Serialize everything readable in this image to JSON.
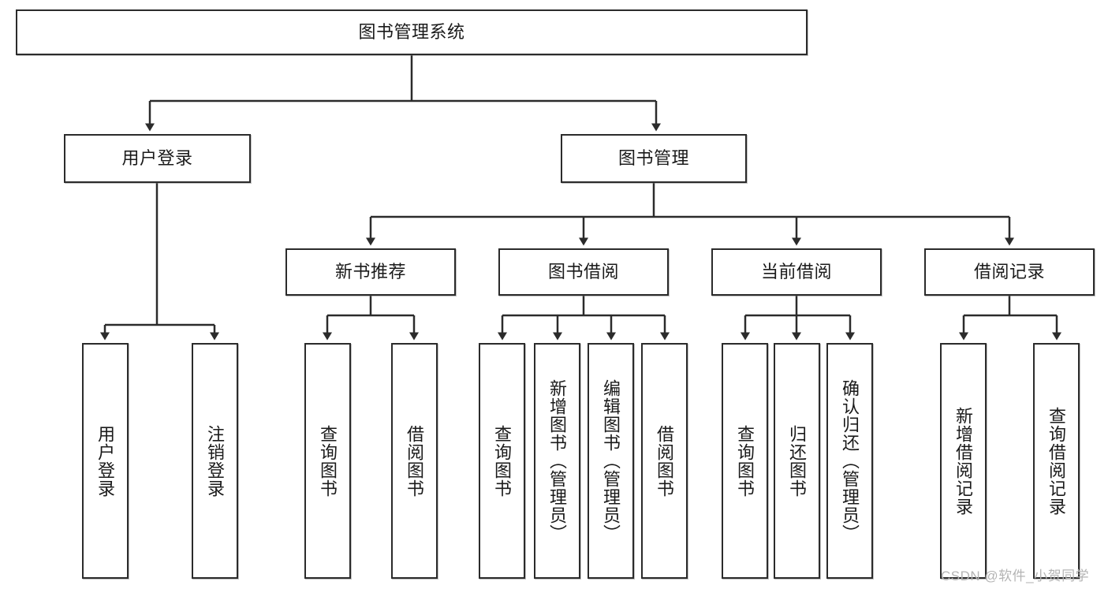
{
  "diagram": {
    "title": "图书管理系统",
    "type": "tree-hierarchy-chart",
    "style": {
      "box_border_color": "#2b2b2b",
      "box_fill_color": "#ffffff",
      "connector_color": "#2b2b2b",
      "text_color": "#1a1a1a",
      "background": "#ffffff"
    },
    "root": {
      "label": "图书管理系统"
    },
    "level2": [
      {
        "label": "用户登录"
      },
      {
        "label": "图书管理"
      }
    ],
    "level3": [
      {
        "label": "新书推荐"
      },
      {
        "label": "图书借阅"
      },
      {
        "label": "当前借阅"
      },
      {
        "label": "借阅记录"
      }
    ],
    "leaves": {
      "user_login": [
        {
          "label": "用户登录"
        },
        {
          "label": "注销登录"
        }
      ],
      "new_book_recommend": [
        {
          "label": "查询图书"
        },
        {
          "label": "借阅图书"
        }
      ],
      "book_borrow": [
        {
          "label": "查询图书"
        },
        {
          "label": "新增图书（管理员）"
        },
        {
          "label": "编辑图书（管理员）"
        },
        {
          "label": "借阅图书"
        }
      ],
      "current_borrow": [
        {
          "label": "查询图书"
        },
        {
          "label": "归还图书"
        },
        {
          "label": "确认归还（管理员）"
        }
      ],
      "borrow_record": [
        {
          "label": "新增借阅记录"
        },
        {
          "label": "查询借阅记录"
        }
      ]
    }
  },
  "watermark": {
    "text": "CSDN @软件_小贺同学"
  }
}
